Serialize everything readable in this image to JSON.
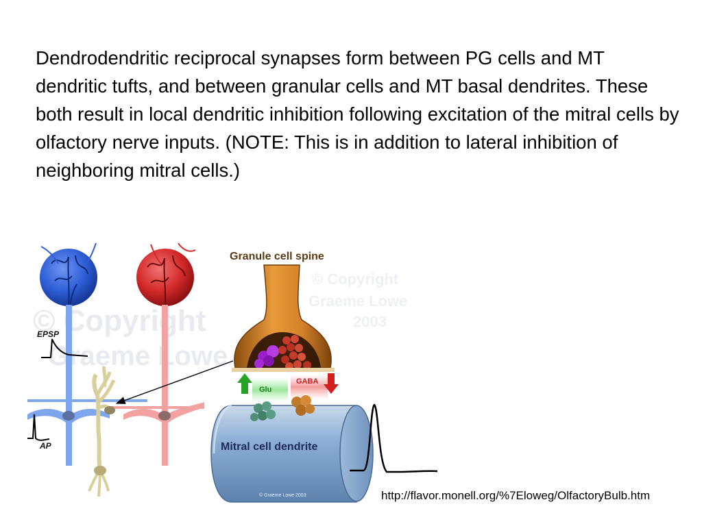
{
  "slide": {
    "body_text": "Dendrodendritic reciprocal synapses form between PG cells and MT dendritic tufts, and between granular cells and MT basal dendrites. These both result in local dendritic inhibition following excitation of the mitral cells by olfactory nerve inputs. (NOTE: This is in addition to lateral inhibition of neighboring mitral cells.)",
    "source_url": "http://flavor.monell.org/%7Eloweg/OlfactoryBulb.htm"
  },
  "figure": {
    "label_granule_spine": "Granule cell spine",
    "label_mitral_dendrite": "Mitral cell dendrite",
    "label_glu": "Glu",
    "label_gaba": "GABA",
    "label_epsp": "EPSP",
    "label_ap": "AP",
    "watermark_small": "© Graeme Lowe 2003",
    "colors": {
      "mitral_blue": "#2f5fd6",
      "mitral_red": "#d42a2a",
      "granule_cell": "#d9cf9a",
      "spine_orange": "#c87a1a",
      "cylinder_blue": "#7ea2cc",
      "glu_green": "#27a227",
      "gaba_red": "#d21e1e"
    }
  }
}
